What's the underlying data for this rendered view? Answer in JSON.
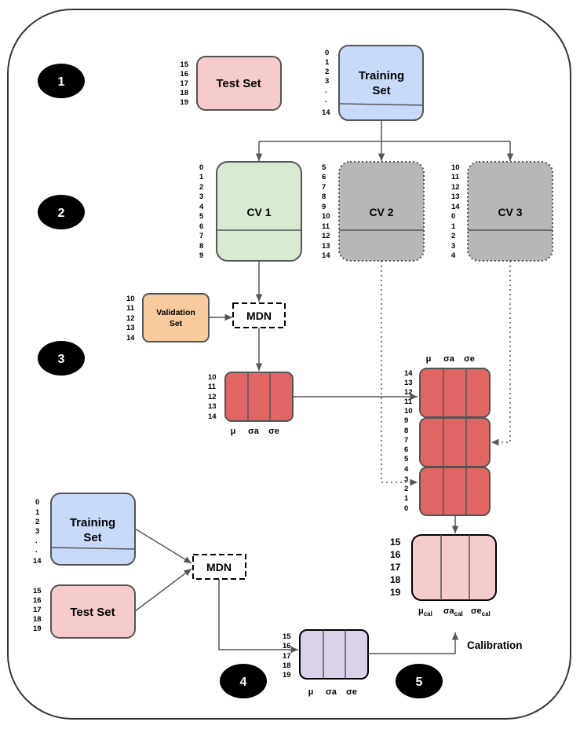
{
  "steps": [
    "1",
    "2",
    "3",
    "4",
    "5"
  ],
  "boxes": {
    "test_set": "Test Set",
    "training_set_line1": "Training",
    "training_set_line2": "Set",
    "cv1": "CV 1",
    "cv2": "CV 2",
    "cv3": "CV 3",
    "validation_line1": "Validation",
    "validation_line2": "Set",
    "mdn": "MDN",
    "calibration": "Calibration"
  },
  "indices": {
    "test_set": [
      "15",
      "16",
      "17",
      "18",
      "19"
    ],
    "training_set": [
      "0",
      "1",
      "2",
      "3",
      ".",
      ".",
      "14"
    ],
    "cv1": [
      "0",
      "1",
      "2",
      "3",
      "4",
      "5",
      "6",
      "7",
      "8",
      "9"
    ],
    "cv2": [
      "5",
      "6",
      "7",
      "8",
      "9",
      "10",
      "11",
      "12",
      "13",
      "14"
    ],
    "cv3": [
      "10",
      "11",
      "12",
      "13",
      "14",
      "0",
      "1",
      "2",
      "3",
      "4"
    ],
    "validation": [
      "10",
      "11",
      "12",
      "13",
      "14"
    ],
    "validation_preds": [
      "10",
      "11",
      "12",
      "13",
      "14"
    ],
    "stack": [
      "14",
      "13",
      "12",
      "11",
      "10",
      "9",
      "8",
      "7",
      "6",
      "5",
      "4",
      "3",
      "2",
      "1",
      "0"
    ],
    "calibrated": [
      "15",
      "16",
      "17",
      "18",
      "19"
    ],
    "test_preds": [
      "15",
      "16",
      "17",
      "18",
      "19"
    ]
  },
  "columns": [
    "μ",
    "σa",
    "σe"
  ],
  "columns_cal": {
    "mu": "μ",
    "sa": "σa",
    "se": "σe",
    "sub": "cal"
  },
  "colors": {
    "test_set": "#f4cccc",
    "training_set": "#c9daf8",
    "cv1": "#d9ead3",
    "cv_gray": "#b7b7b7",
    "validation": "#f9cb9c",
    "preds_red": "#e06666",
    "calibrated": "#f4cccc",
    "test_preds": "#d9d2e9"
  }
}
